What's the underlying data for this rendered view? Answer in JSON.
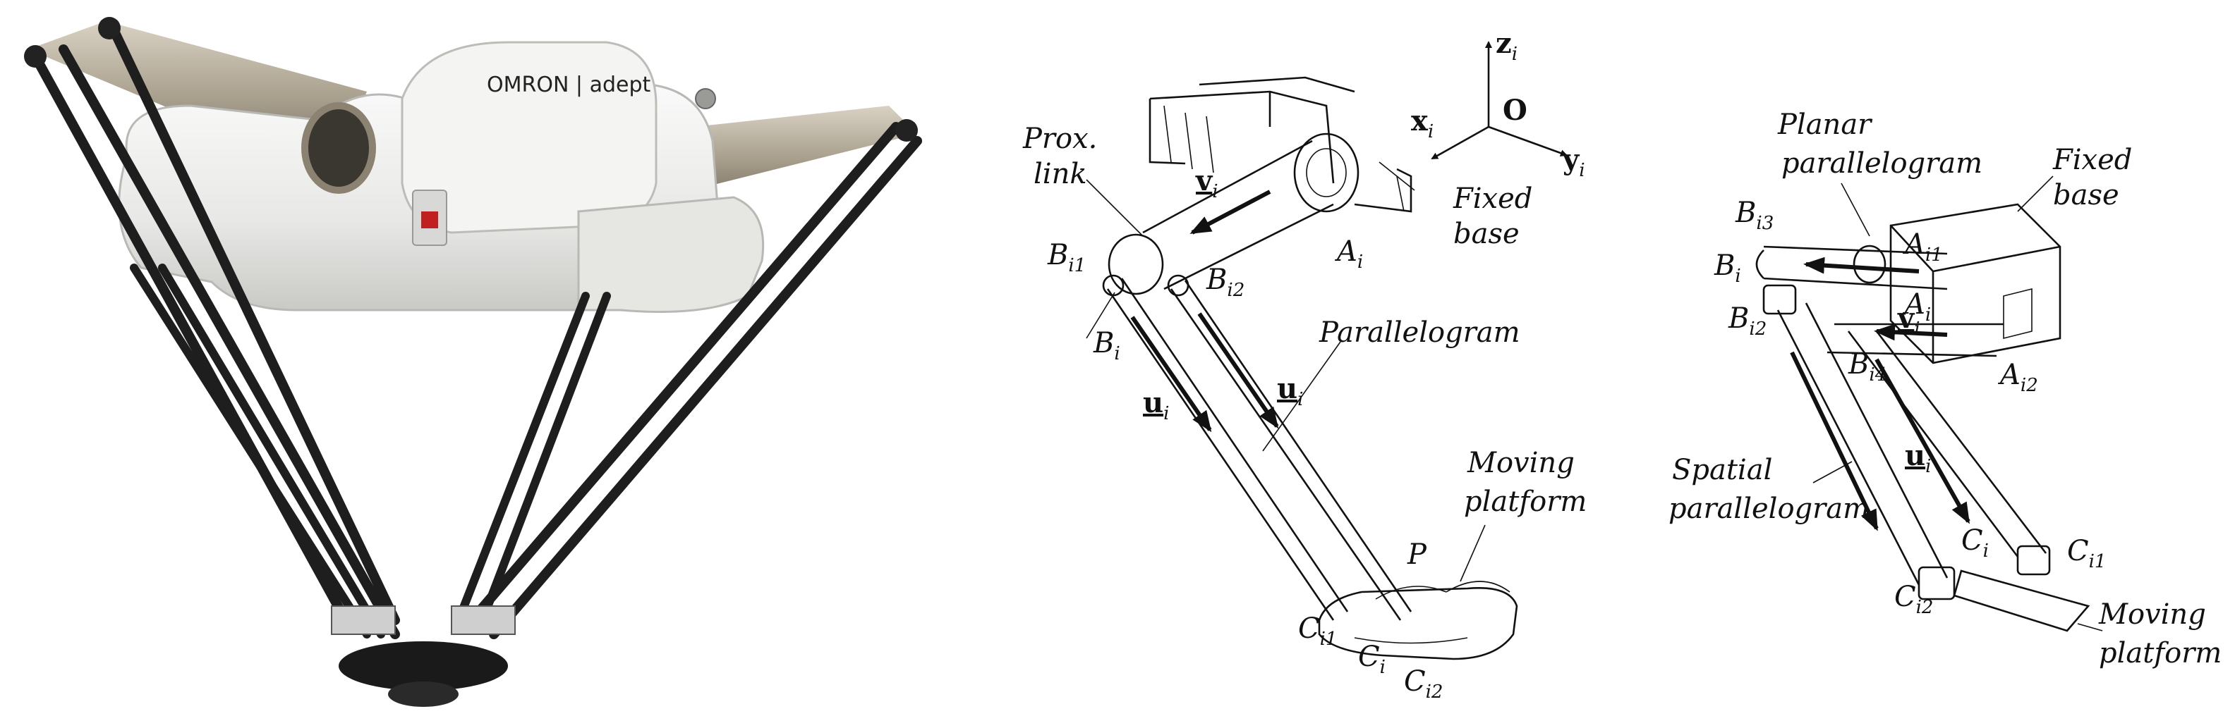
{
  "photo": {
    "brand": "OMRON | adept"
  },
  "diagram_left": {
    "prox_link": [
      "Prox.",
      "link"
    ],
    "fixed_base": [
      "Fixed",
      "base"
    ],
    "parallelogram": "Parallelogram",
    "moving_platform": [
      "Moving",
      "platform"
    ],
    "axis_z": "z",
    "axis_x": "x",
    "axis_y": "y",
    "origin": "O",
    "point_p": "P",
    "vec_v": "v",
    "vec_u": "u",
    "A": "A",
    "B": "B",
    "C": "C",
    "sub_i": "i",
    "sub_i1": "i1",
    "sub_i2": "i2"
  },
  "diagram_right": {
    "planar_parallelogram": [
      "Planar",
      "parallelogram"
    ],
    "fixed_base": [
      "Fixed",
      "base"
    ],
    "spatial_parallelogram": [
      "Spatial",
      "parallelogram"
    ],
    "moving_platform": [
      "Moving",
      "platform"
    ],
    "vec_v": "v",
    "vec_u": "u",
    "A": "A",
    "B": "B",
    "C": "C",
    "sub_i": "i",
    "sub_i1": "i1",
    "sub_i2": "i2",
    "sub_i3": "i3",
    "sub_i4": "i4"
  }
}
